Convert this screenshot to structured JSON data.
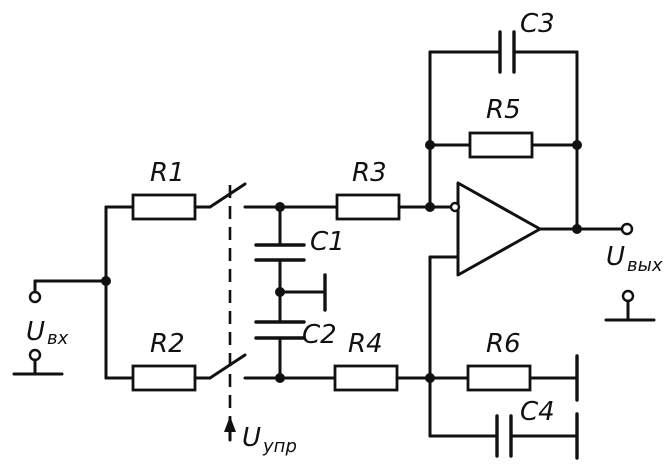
{
  "labels": {
    "r1": "R1",
    "r2": "R2",
    "r3": "R3",
    "r4": "R4",
    "r5": "R5",
    "r6": "R6",
    "c1": "C1",
    "c2": "C2",
    "c3": "C3",
    "c4": "C4",
    "u_in": {
      "main": "U",
      "sub": "вх"
    },
    "u_out": {
      "main": "U",
      "sub": "вых"
    },
    "u_ctrl": {
      "main": "U",
      "sub": "упр"
    }
  }
}
